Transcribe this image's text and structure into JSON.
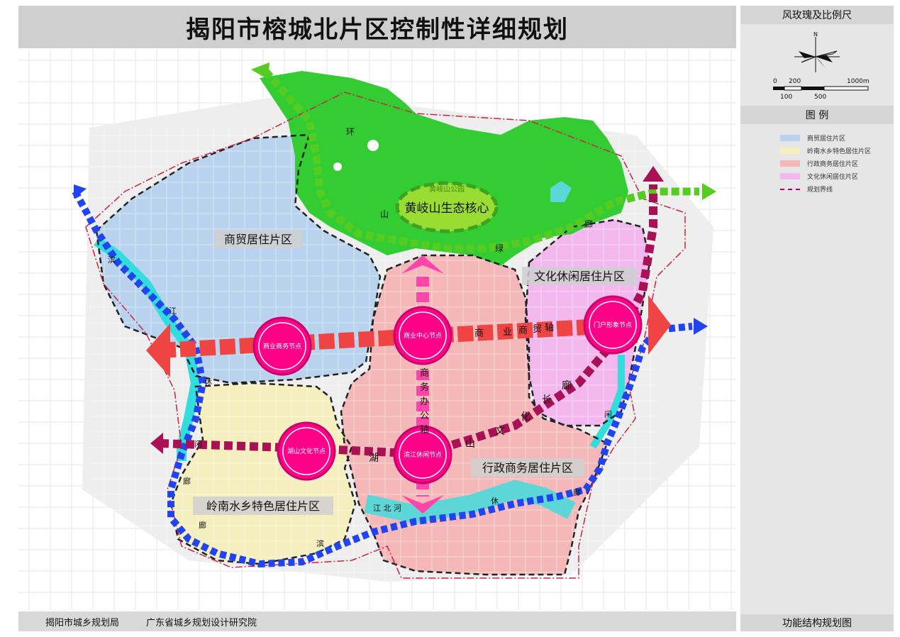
{
  "title": "揭阳市榕城北片区控制性详细规划",
  "footer": {
    "org1": "揭阳市城乡规划局",
    "org2": "广东省城乡规划设计研究院"
  },
  "panel": {
    "compass_title": "风玫瑰及比例尺",
    "north": "N",
    "scale_top": [
      "0",
      "200",
      "1000m"
    ],
    "scale_bottom": [
      "100",
      "500"
    ],
    "legend_title": "图 例",
    "legend": [
      {
        "label": "商贸居住片区",
        "color": "#b9d3ee"
      },
      {
        "label": "岭南水乡特色居住片区",
        "color": "#f5efbf"
      },
      {
        "label": "行政商务居住片区",
        "color": "#f4b8b8"
      },
      {
        "label": "文化休闲居住片区",
        "color": "#f2b8ee"
      },
      {
        "label": "规划界线"
      }
    ],
    "map_name": "功能结构规划图"
  },
  "zones": {
    "trade": "商贸居住片区",
    "culture": "文化休闲居住片区",
    "admin": "行政商务居住片区",
    "lingnan": "岭南水乡特色居住片区",
    "eco_core": "黄岐山生态核心",
    "eco_small": "黄岐山公园"
  },
  "nodes": {
    "business": "商业商务节点",
    "commercial_center": "商业中心节点",
    "gateway": "门户形象节点",
    "culture": "湖山文化节点",
    "riverside": "滨江休闲节点"
  },
  "axes": {
    "commerce": [
      "商",
      "业",
      "商",
      "贸",
      "轴"
    ],
    "office": [
      "商",
      "务",
      "办",
      "公",
      "轴"
    ],
    "culture": [
      "湖",
      "山",
      "文",
      "化",
      "长",
      "廊"
    ]
  },
  "corridors": {
    "mountain": [
      "环",
      "山",
      "绿",
      "廊"
    ],
    "river_west": [
      "滨",
      "江",
      "休"
    ],
    "river_south": [
      "闲",
      "廊"
    ],
    "river_east": [
      "休",
      "闲",
      "廊"
    ],
    "lingnan_edge": [
      "廊",
      "滨"
    ]
  },
  "rivers": {
    "beihe": "江 北 河"
  },
  "colors": {
    "trade": "#b9d3ee",
    "lingnan": "#f5efbf",
    "admin": "#f4b8b8",
    "culture": "#f2b8ee",
    "green": "#33cc33",
    "node": "#ff0088",
    "commerce_axis": "#ee4444",
    "office_axis": "#ff44aa",
    "culture_axis": "#aa1155",
    "river": "#5cd6d6",
    "blue_arrow": "#2244ee"
  }
}
